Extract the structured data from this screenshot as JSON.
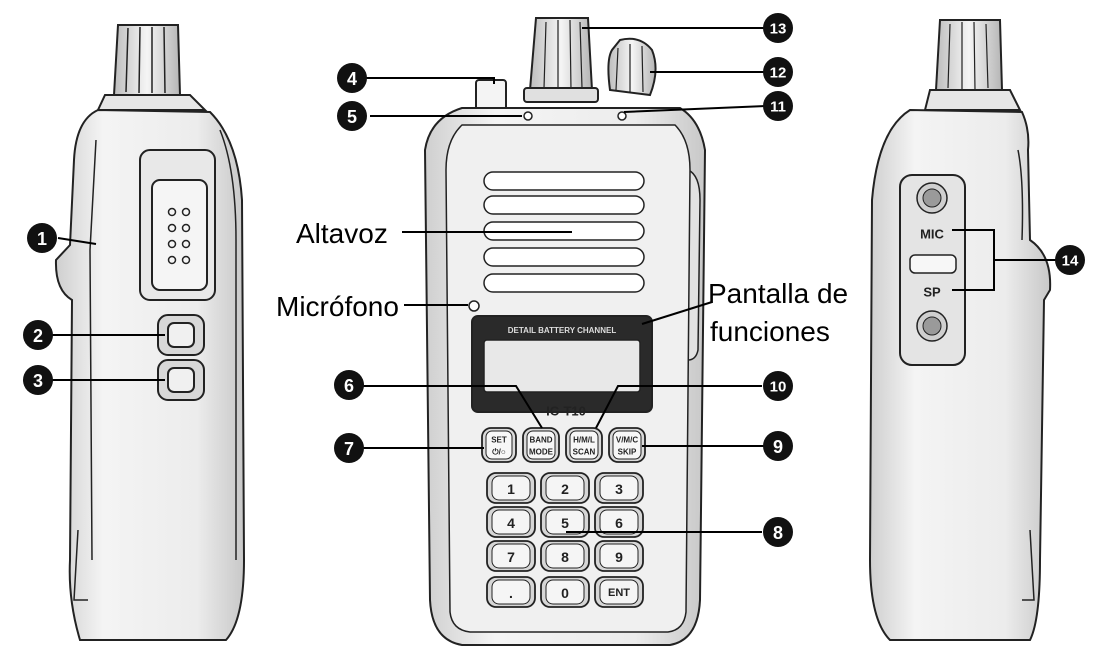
{
  "labels": {
    "speaker": "Altavoz",
    "microphone": "Micrófono",
    "display_line1": "Pantalla de",
    "display_line2": "funciones"
  },
  "model_name": "IC-T10",
  "display_caption": "DETAIL BATTERY CHANNEL",
  "function_keys": [
    {
      "line1": "SET",
      "line2": "⏻/○"
    },
    {
      "line1": "BAND",
      "line2": "MODE"
    },
    {
      "line1": "H/M/L",
      "line2": "SCAN"
    },
    {
      "line1": "V/M/C",
      "line2": "SKIP"
    }
  ],
  "keypad": [
    "1",
    "2",
    "3",
    "4",
    "5",
    "6",
    "7",
    "8",
    "9",
    ".",
    "0",
    "ENT"
  ],
  "side_labels": {
    "mic": "MIC",
    "sp": "SP"
  },
  "callouts": [
    "1",
    "2",
    "3",
    "4",
    "5",
    "6",
    "7",
    "8",
    "9",
    "10",
    "11",
    "12",
    "13",
    "14"
  ],
  "colors": {
    "badge": "#111111",
    "outline": "#222222",
    "body_shade": "#dcdcdc",
    "body_light": "#f2f2f2"
  }
}
